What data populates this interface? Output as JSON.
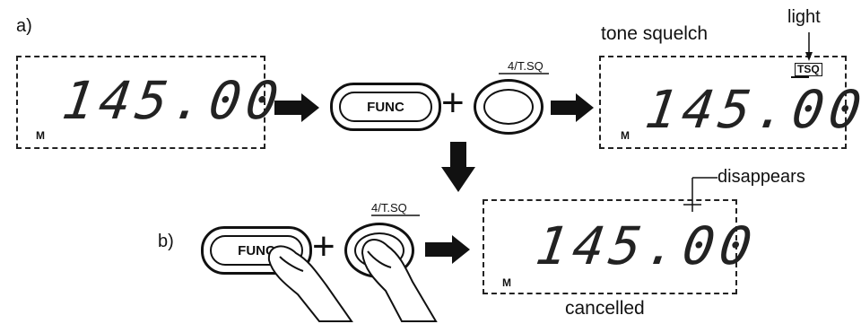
{
  "labels": {
    "part_a": "a)",
    "part_b": "b)",
    "tone_squelch": "tone squelch",
    "light": "light",
    "disappears": "disappears",
    "cancelled": "cancelled"
  },
  "display": {
    "frequency": "145.00",
    "memory_indicator": "M",
    "tsq_indicator": "TSQ"
  },
  "keys": {
    "func_label": "FUNC",
    "tsq_key_caption": "4/T.SQ",
    "plus": "+"
  }
}
